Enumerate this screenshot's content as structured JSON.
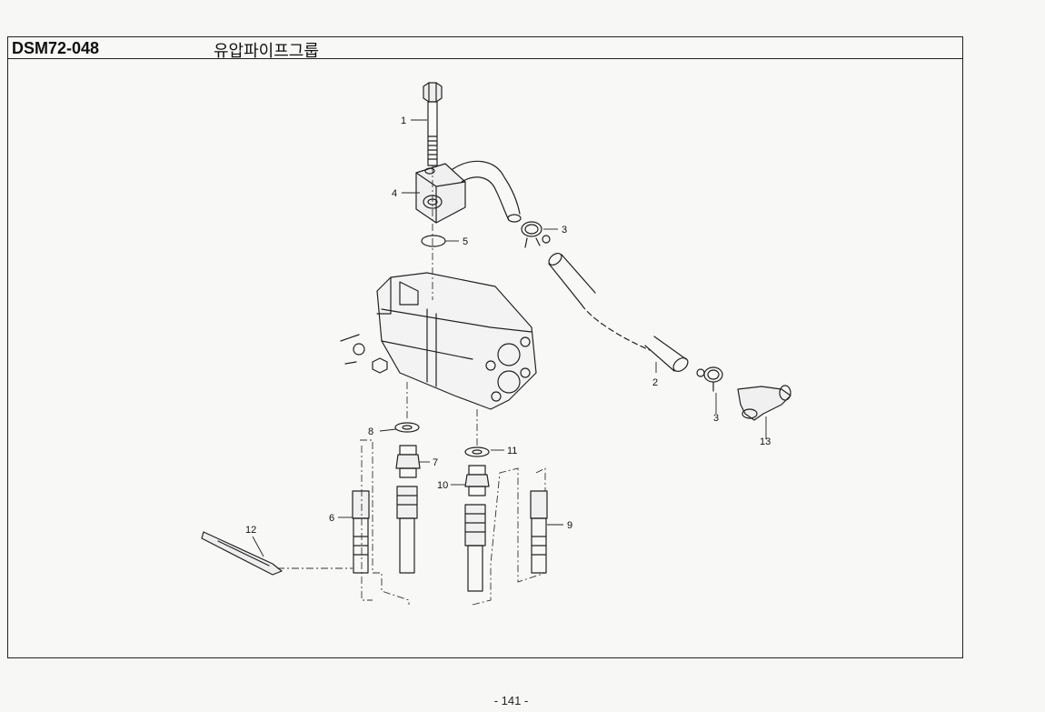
{
  "header": {
    "code": "DSM72-048",
    "title": "유압파이프그룹"
  },
  "footer": {
    "page": "- 141 -"
  },
  "callouts": {
    "c1": "1",
    "c2": "2",
    "c3a": "3",
    "c3b": "3",
    "c4": "4",
    "c5": "5",
    "c6": "6",
    "c7": "7",
    "c8": "8",
    "c9": "9",
    "c10": "10",
    "c11": "11",
    "c12": "12",
    "c13": "13"
  }
}
